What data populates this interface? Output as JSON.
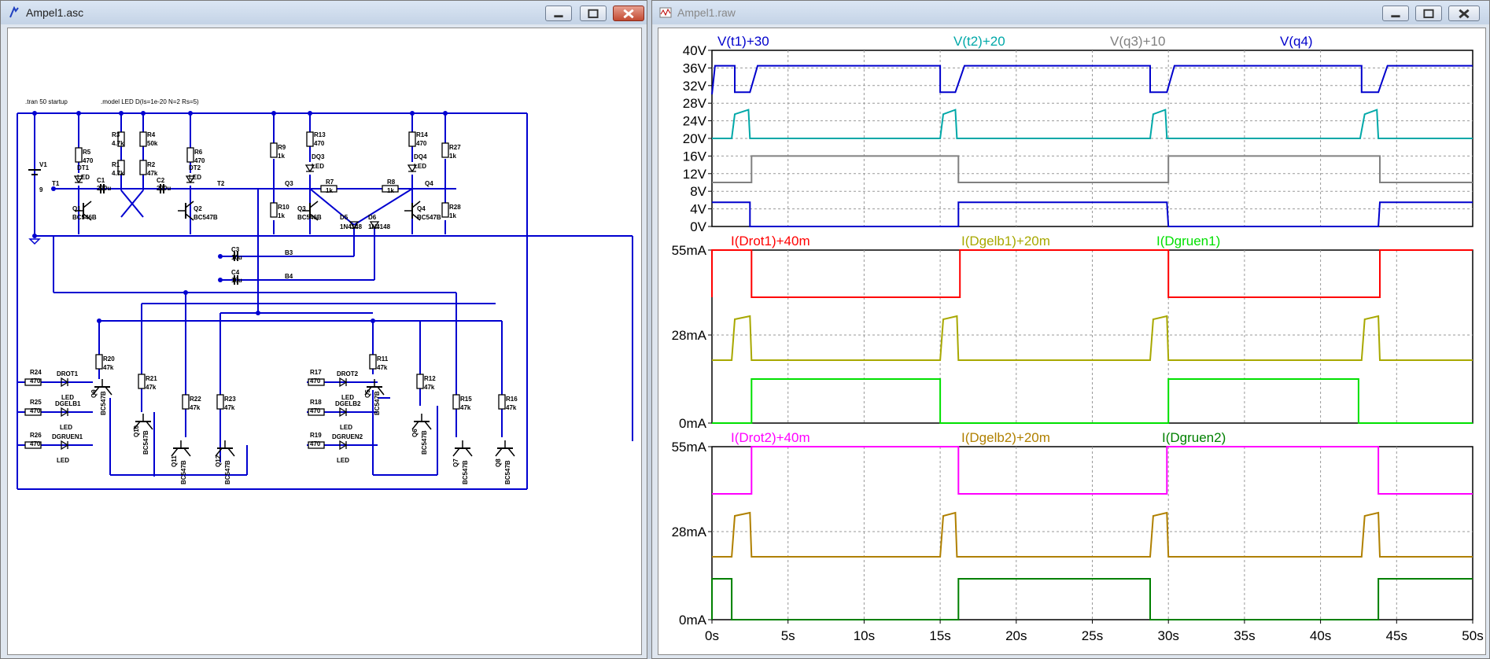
{
  "schematic_window": {
    "title": "Ampel1.asc",
    "directives": [
      ".tran 50 startup",
      ".model LED D(Is=1e-20 N=2 Rs=5)"
    ],
    "net_labels": [
      "T1",
      "T2",
      "Q3",
      "Q4",
      "B3",
      "B4"
    ],
    "source": {
      "name": "V1",
      "value": "9"
    },
    "resistors": [
      {
        "name": "R5",
        "value": "470"
      },
      {
        "name": "R3",
        "value": "4.7k"
      },
      {
        "name": "R4",
        "value": "50k"
      },
      {
        "name": "R6",
        "value": "470"
      },
      {
        "name": "R1",
        "value": "4.7k"
      },
      {
        "name": "R2",
        "value": "47k"
      },
      {
        "name": "R9",
        "value": "1k"
      },
      {
        "name": "R13",
        "value": "470"
      },
      {
        "name": "R14",
        "value": "470"
      },
      {
        "name": "R27",
        "value": "1k"
      },
      {
        "name": "R7",
        "value": "1k"
      },
      {
        "name": "R8",
        "value": "1k"
      },
      {
        "name": "R10",
        "value": "1k"
      },
      {
        "name": "R28",
        "value": "1k"
      },
      {
        "name": "R20",
        "value": "47k"
      },
      {
        "name": "R21",
        "value": "47k"
      },
      {
        "name": "R22",
        "value": "47k"
      },
      {
        "name": "R23",
        "value": "47k"
      },
      {
        "name": "R11",
        "value": "47k"
      },
      {
        "name": "R12",
        "value": "47k"
      },
      {
        "name": "R15",
        "value": "47k"
      },
      {
        "name": "R16",
        "value": "47k"
      },
      {
        "name": "R24",
        "value": "470"
      },
      {
        "name": "R25",
        "value": "470"
      },
      {
        "name": "R26",
        "value": "470"
      },
      {
        "name": "R17",
        "value": "470"
      },
      {
        "name": "R18",
        "value": "470"
      },
      {
        "name": "R19",
        "value": "470"
      }
    ],
    "capacitors": [
      {
        "name": "C1",
        "value": "220u"
      },
      {
        "name": "C2",
        "value": "220u"
      },
      {
        "name": "C3",
        "value": "10u"
      },
      {
        "name": "C4",
        "value": "10u"
      }
    ],
    "transistors": [
      {
        "name": "Q1",
        "model": "BC546B"
      },
      {
        "name": "Q2",
        "model": "BC547B"
      },
      {
        "name": "Q3",
        "model": "BC546B"
      },
      {
        "name": "Q4",
        "model": "BC547B"
      },
      {
        "name": "Q9",
        "model": "BC547B"
      },
      {
        "name": "Q10",
        "model": "BC547B"
      },
      {
        "name": "Q11",
        "model": "BC547B"
      },
      {
        "name": "Q12",
        "model": "BC547B"
      },
      {
        "name": "Q5",
        "model": "BC547B"
      },
      {
        "name": "Q6",
        "model": "BC547B"
      },
      {
        "name": "Q7",
        "model": "BC547B"
      },
      {
        "name": "Q8",
        "model": "BC547B"
      }
    ],
    "diodes": [
      {
        "name": "DT1",
        "model": "LED"
      },
      {
        "name": "DT2",
        "model": "LED"
      },
      {
        "name": "DQ3",
        "model": "LED"
      },
      {
        "name": "DQ4",
        "model": "LED"
      },
      {
        "name": "D5",
        "model": "1N4148"
      },
      {
        "name": "D6",
        "model": "1N4148"
      },
      {
        "name": "DROT1",
        "model": "LED"
      },
      {
        "name": "DGELB1",
        "model": "LED"
      },
      {
        "name": "DGRUEN1",
        "model": "LED"
      },
      {
        "name": "DROT2",
        "model": "LED"
      },
      {
        "name": "DGELB2",
        "model": "LED"
      },
      {
        "name": "DGRUEN2",
        "model": "LED"
      }
    ]
  },
  "waveform_window": {
    "title": "Ampel1.raw",
    "x_ticks": [
      "0s",
      "5s",
      "10s",
      "15s",
      "20s",
      "25s",
      "30s",
      "35s",
      "40s",
      "45s",
      "50s"
    ],
    "panes": [
      {
        "y_ticks": [
          "40V",
          "36V",
          "32V",
          "28V",
          "24V",
          "20V",
          "16V",
          "12V",
          "8V",
          "4V",
          "0V"
        ],
        "traces": [
          {
            "label": "V(t1)+30",
            "color": "#0000cc"
          },
          {
            "label": "V(t2)+20",
            "color": "#00a8a8"
          },
          {
            "label": "V(q3)+10",
            "color": "#808080"
          },
          {
            "label": "V(q4)",
            "color": "#0000cc"
          }
        ]
      },
      {
        "y_ticks": [
          "55mA",
          "28mA",
          "0mA"
        ],
        "traces": [
          {
            "label": "I(Drot1)+40m",
            "color": "#ff0000"
          },
          {
            "label": "I(Dgelb1)+20m",
            "color": "#a8a800"
          },
          {
            "label": "I(Dgruen1)",
            "color": "#00e000"
          }
        ]
      },
      {
        "y_ticks": [
          "55mA",
          "28mA",
          "0mA"
        ],
        "traces": [
          {
            "label": "I(Drot2)+40m",
            "color": "#ff00ff"
          },
          {
            "label": "I(Dgelb2)+20m",
            "color": "#b08000"
          },
          {
            "label": "I(Dgruen2)",
            "color": "#008000"
          }
        ]
      }
    ]
  },
  "chart_data": {
    "type": "line",
    "x_unit": "s",
    "xlim": [
      0,
      50
    ],
    "panes": [
      {
        "ylim_V": [
          0,
          40
        ],
        "series": [
          {
            "name": "V(t1)+30",
            "points": [
              [
                0,
                30
              ],
              [
                0.2,
                36.5
              ],
              [
                1.5,
                36.5
              ],
              [
                1.5,
                30.5
              ],
              [
                2.5,
                30.5
              ],
              [
                3,
                36.5
              ],
              [
                15,
                36.5
              ],
              [
                15,
                30.5
              ],
              [
                16,
                30.5
              ],
              [
                16.6,
                36.5
              ],
              [
                28.8,
                36.5
              ],
              [
                28.8,
                30.5
              ],
              [
                29.9,
                30.5
              ],
              [
                30.4,
                36.5
              ],
              [
                42.7,
                36.5
              ],
              [
                42.7,
                30.5
              ],
              [
                43.8,
                30.5
              ],
              [
                44.4,
                36.5
              ],
              [
                50,
                36.5
              ]
            ]
          },
          {
            "name": "V(t2)+20",
            "points": [
              [
                0,
                20
              ],
              [
                1.3,
                20
              ],
              [
                1.5,
                25.5
              ],
              [
                2.4,
                26.5
              ],
              [
                2.5,
                20
              ],
              [
                15,
                20
              ],
              [
                15.2,
                25.5
              ],
              [
                16,
                26.5
              ],
              [
                16.1,
                20
              ],
              [
                28.8,
                20
              ],
              [
                29,
                25.5
              ],
              [
                29.8,
                26.5
              ],
              [
                29.9,
                20
              ],
              [
                42.6,
                20
              ],
              [
                42.9,
                25.5
              ],
              [
                43.7,
                26.5
              ],
              [
                43.8,
                20
              ],
              [
                50,
                20
              ]
            ]
          },
          {
            "name": "V(q3)+10",
            "points": [
              [
                0,
                10
              ],
              [
                2.6,
                10
              ],
              [
                2.6,
                16
              ],
              [
                16.2,
                16
              ],
              [
                16.2,
                10
              ],
              [
                30,
                10
              ],
              [
                30,
                16
              ],
              [
                43.9,
                16
              ],
              [
                43.9,
                10
              ],
              [
                50,
                10
              ]
            ]
          },
          {
            "name": "V(q4)",
            "points": [
              [
                0,
                5.5
              ],
              [
                2.5,
                5.5
              ],
              [
                2.5,
                0
              ],
              [
                16.2,
                0
              ],
              [
                16.2,
                5.5
              ],
              [
                29.9,
                5.5
              ],
              [
                30,
                0
              ],
              [
                43.8,
                0
              ],
              [
                43.9,
                5.5
              ],
              [
                50,
                5.5
              ]
            ]
          }
        ]
      },
      {
        "ylim_mA": [
          0,
          55
        ],
        "series": [
          {
            "name": "I(Drot1)+40m",
            "points": [
              [
                0,
                40
              ],
              [
                0,
                55
              ],
              [
                2.6,
                55
              ],
              [
                2.6,
                40
              ],
              [
                16.3,
                40
              ],
              [
                16.3,
                55
              ],
              [
                30,
                55
              ],
              [
                30,
                40
              ],
              [
                43.9,
                40
              ],
              [
                43.9,
                55
              ],
              [
                50,
                55
              ]
            ]
          },
          {
            "name": "I(Dgelb1)+20m",
            "points": [
              [
                0,
                20
              ],
              [
                1.3,
                20
              ],
              [
                1.5,
                33
              ],
              [
                2.5,
                34
              ],
              [
                2.6,
                20
              ],
              [
                15,
                20
              ],
              [
                15.2,
                33
              ],
              [
                16.1,
                34
              ],
              [
                16.2,
                20
              ],
              [
                28.8,
                20
              ],
              [
                29,
                33
              ],
              [
                29.9,
                34
              ],
              [
                30,
                20
              ],
              [
                42.7,
                20
              ],
              [
                42.9,
                33
              ],
              [
                43.8,
                34
              ],
              [
                43.9,
                20
              ],
              [
                50,
                20
              ]
            ]
          },
          {
            "name": "I(Dgruen1)",
            "points": [
              [
                0,
                0
              ],
              [
                2.6,
                0
              ],
              [
                2.6,
                14
              ],
              [
                15,
                14
              ],
              [
                15,
                0
              ],
              [
                30,
                0
              ],
              [
                30,
                14
              ],
              [
                42.5,
                14
              ],
              [
                42.5,
                0
              ],
              [
                50,
                0
              ]
            ]
          }
        ]
      },
      {
        "ylim_mA": [
          0,
          55
        ],
        "series": [
          {
            "name": "I(Drot2)+40m",
            "points": [
              [
                0,
                40
              ],
              [
                2.6,
                40
              ],
              [
                2.6,
                55
              ],
              [
                16.2,
                55
              ],
              [
                16.2,
                40
              ],
              [
                29.9,
                40
              ],
              [
                29.9,
                55
              ],
              [
                43.8,
                55
              ],
              [
                43.8,
                40
              ],
              [
                50,
                40
              ]
            ]
          },
          {
            "name": "I(Dgelb2)+20m",
            "points": [
              [
                0,
                20
              ],
              [
                1.3,
                20
              ],
              [
                1.5,
                33
              ],
              [
                2.5,
                34
              ],
              [
                2.6,
                20
              ],
              [
                15,
                20
              ],
              [
                15.2,
                33
              ],
              [
                16,
                34
              ],
              [
                16.1,
                20
              ],
              [
                28.8,
                20
              ],
              [
                29,
                33
              ],
              [
                29.9,
                34
              ],
              [
                30,
                20
              ],
              [
                42.7,
                20
              ],
              [
                42.9,
                33
              ],
              [
                43.8,
                34
              ],
              [
                43.9,
                20
              ],
              [
                50,
                20
              ]
            ]
          },
          {
            "name": "I(Dgruen2)",
            "points": [
              [
                0,
                0
              ],
              [
                0,
                13
              ],
              [
                1.3,
                13
              ],
              [
                1.3,
                0
              ],
              [
                16.2,
                0
              ],
              [
                16.2,
                13
              ],
              [
                28.8,
                13
              ],
              [
                28.8,
                0
              ],
              [
                43.8,
                0
              ],
              [
                43.8,
                13
              ],
              [
                50,
                13
              ]
            ]
          }
        ]
      }
    ]
  }
}
